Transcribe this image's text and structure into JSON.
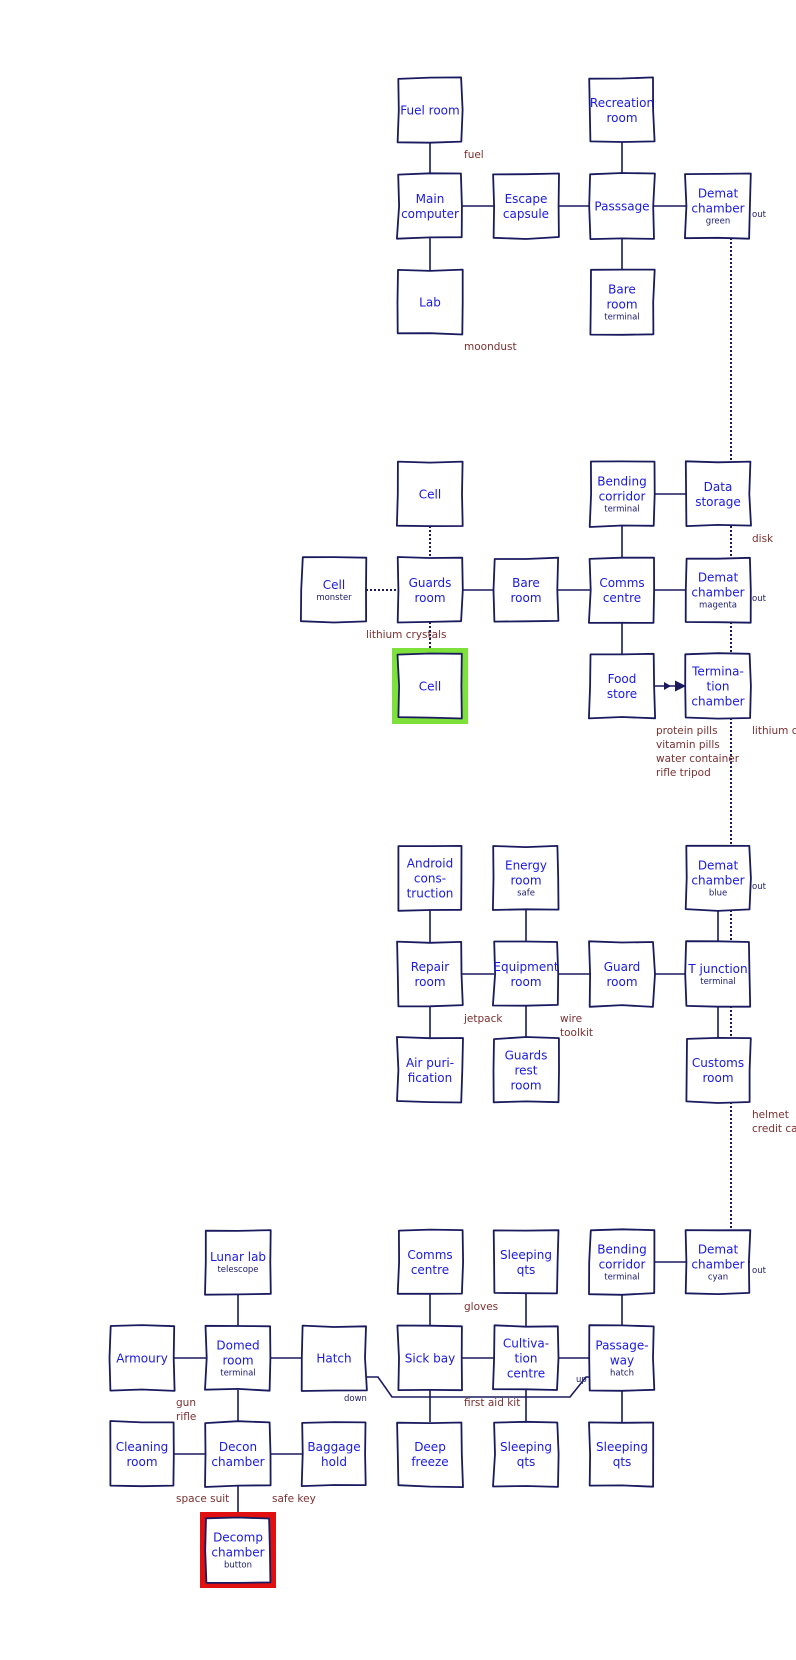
{
  "colors": {
    "line": "#1a1a5e",
    "room_text": "#1a1ae0",
    "item_text": "#7a3030",
    "start_highlight": "#7ee03a",
    "end_highlight": "#e01010"
  },
  "rooms": [
    {
      "id": "fuel",
      "lines": [
        "Fuel room"
      ]
    },
    {
      "id": "recreation",
      "lines": [
        "Recreation",
        "room"
      ]
    },
    {
      "id": "maincomputer",
      "lines": [
        "Main",
        "computer"
      ]
    },
    {
      "id": "escape",
      "lines": [
        "Escape",
        "capsule"
      ]
    },
    {
      "id": "passsage",
      "lines": [
        "Passsage"
      ]
    },
    {
      "id": "demat1",
      "lines": [
        "Demat",
        "chamber"
      ],
      "sub": "green"
    },
    {
      "id": "lab",
      "lines": [
        "Lab"
      ]
    },
    {
      "id": "bareroom1",
      "lines": [
        "Bare",
        "room"
      ],
      "sub": "terminal"
    },
    {
      "id": "cell1",
      "lines": [
        "Cell"
      ]
    },
    {
      "id": "bending1",
      "lines": [
        "Bending",
        "corridor"
      ],
      "sub": "terminal"
    },
    {
      "id": "datastorage",
      "lines": [
        "Data",
        "storage"
      ]
    },
    {
      "id": "cellmonster",
      "lines": [
        "Cell"
      ],
      "sub": "monster"
    },
    {
      "id": "guards",
      "lines": [
        "Guards",
        "room"
      ]
    },
    {
      "id": "bareroom2",
      "lines": [
        "Bare",
        "room"
      ]
    },
    {
      "id": "comms1",
      "lines": [
        "Comms",
        "centre"
      ]
    },
    {
      "id": "demat2",
      "lines": [
        "Demat",
        "chamber"
      ],
      "sub": "magenta"
    },
    {
      "id": "cellstart",
      "lines": [
        "Cell"
      ],
      "highlight": "start"
    },
    {
      "id": "foodstore",
      "lines": [
        "Food",
        "store"
      ]
    },
    {
      "id": "termination",
      "lines": [
        "Termina-",
        "tion",
        "chamber"
      ]
    },
    {
      "id": "android",
      "lines": [
        "Android",
        "cons-",
        "truction"
      ]
    },
    {
      "id": "energy",
      "lines": [
        "Energy",
        "room"
      ],
      "sub": "safe"
    },
    {
      "id": "demat3",
      "lines": [
        "Demat",
        "chamber"
      ],
      "sub": "blue"
    },
    {
      "id": "repair",
      "lines": [
        "Repair",
        "room"
      ]
    },
    {
      "id": "equipment",
      "lines": [
        "Equipment",
        "room"
      ]
    },
    {
      "id": "guardroom",
      "lines": [
        "Guard",
        "room"
      ]
    },
    {
      "id": "tjunction",
      "lines": [
        "T junction"
      ],
      "sub": "terminal"
    },
    {
      "id": "airpuri",
      "lines": [
        "Air puri-",
        "fication"
      ]
    },
    {
      "id": "guardsrest",
      "lines": [
        "Guards",
        "rest",
        "room"
      ]
    },
    {
      "id": "customs",
      "lines": [
        "Customs",
        "room"
      ]
    },
    {
      "id": "lunarlab",
      "lines": [
        "Lunar lab"
      ],
      "sub": "telescope"
    },
    {
      "id": "comms2",
      "lines": [
        "Comms",
        "centre"
      ]
    },
    {
      "id": "sleeping1",
      "lines": [
        "Sleeping",
        "qts"
      ]
    },
    {
      "id": "bending2",
      "lines": [
        "Bending",
        "corridor"
      ],
      "sub": "terminal"
    },
    {
      "id": "demat4",
      "lines": [
        "Demat",
        "chamber"
      ],
      "sub": "cyan"
    },
    {
      "id": "armoury",
      "lines": [
        "Armoury"
      ]
    },
    {
      "id": "domed",
      "lines": [
        "Domed",
        "room"
      ],
      "sub": "terminal"
    },
    {
      "id": "hatch",
      "lines": [
        "Hatch"
      ]
    },
    {
      "id": "sickbay",
      "lines": [
        "Sick bay"
      ]
    },
    {
      "id": "cultivation",
      "lines": [
        "Cultiva-",
        "tion",
        "centre"
      ]
    },
    {
      "id": "passageway",
      "lines": [
        "Passage-",
        "way"
      ],
      "sub": "hatch"
    },
    {
      "id": "cleaning",
      "lines": [
        "Cleaning",
        "room"
      ]
    },
    {
      "id": "decon",
      "lines": [
        "Decon",
        "chamber"
      ]
    },
    {
      "id": "baggage",
      "lines": [
        "Baggage",
        "hold"
      ]
    },
    {
      "id": "deepfreeze",
      "lines": [
        "Deep",
        "freeze"
      ]
    },
    {
      "id": "sleeping2",
      "lines": [
        "Sleeping",
        "qts"
      ]
    },
    {
      "id": "sleeping3",
      "lines": [
        "Sleeping",
        "qts"
      ]
    },
    {
      "id": "decomp",
      "lines": [
        "Decomp",
        "chamber"
      ],
      "sub": "button",
      "highlight": "end"
    }
  ],
  "connections": [
    {
      "from": "fuel",
      "to": "maincomputer"
    },
    {
      "from": "maincomputer",
      "to": "lab"
    },
    {
      "from": "maincomputer",
      "to": "escape"
    },
    {
      "from": "escape",
      "to": "passsage"
    },
    {
      "from": "recreation",
      "to": "passsage"
    },
    {
      "from": "passsage",
      "to": "bareroom1"
    },
    {
      "from": "passsage",
      "to": "demat1"
    },
    {
      "from": "cell1",
      "to": "guards",
      "style": "dotted"
    },
    {
      "from": "cellmonster",
      "to": "guards",
      "style": "dotted"
    },
    {
      "from": "guards",
      "to": "cellstart",
      "style": "dotted"
    },
    {
      "from": "guards",
      "to": "bareroom2"
    },
    {
      "from": "bareroom2",
      "to": "comms1"
    },
    {
      "from": "bending1",
      "to": "comms1"
    },
    {
      "from": "bending1",
      "to": "datastorage"
    },
    {
      "from": "comms1",
      "to": "demat2"
    },
    {
      "from": "comms1",
      "to": "foodstore"
    },
    {
      "from": "foodstore",
      "to": "termination",
      "style": "arrow"
    },
    {
      "from": "android",
      "to": "repair"
    },
    {
      "from": "repair",
      "to": "airpuri"
    },
    {
      "from": "repair",
      "to": "equipment"
    },
    {
      "from": "energy",
      "to": "equipment"
    },
    {
      "from": "equipment",
      "to": "guardsrest"
    },
    {
      "from": "equipment",
      "to": "guardroom"
    },
    {
      "from": "guardroom",
      "to": "tjunction"
    },
    {
      "from": "demat3",
      "to": "tjunction"
    },
    {
      "from": "tjunction",
      "to": "customs"
    },
    {
      "from": "lunarlab",
      "to": "domed"
    },
    {
      "from": "armoury",
      "to": "domed"
    },
    {
      "from": "domed",
      "to": "hatch"
    },
    {
      "from": "domed",
      "to": "decon"
    },
    {
      "from": "cleaning",
      "to": "decon"
    },
    {
      "from": "decon",
      "to": "baggage"
    },
    {
      "from": "decon",
      "to": "decomp"
    },
    {
      "from": "comms2",
      "to": "sickbay"
    },
    {
      "from": "sickbay",
      "to": "deepfreeze"
    },
    {
      "from": "sickbay",
      "to": "cultivation"
    },
    {
      "from": "sleeping1",
      "to": "cultivation"
    },
    {
      "from": "cultivation",
      "to": "sleeping2"
    },
    {
      "from": "cultivation",
      "to": "passageway"
    },
    {
      "from": "bending2",
      "to": "passageway"
    },
    {
      "from": "bending2",
      "to": "demat4"
    },
    {
      "from": "passageway",
      "to": "sleeping3"
    },
    {
      "from": "hatch",
      "to": "passageway",
      "route": "down-up",
      "labels": [
        "down",
        "up"
      ]
    }
  ],
  "teleport": {
    "label": "out",
    "links": [
      "demat1",
      "demat2",
      "demat3",
      "demat4"
    ]
  },
  "items": [
    {
      "room": "fuel",
      "lines": [
        "fuel"
      ]
    },
    {
      "room": "lab",
      "lines": [
        "moondust"
      ]
    },
    {
      "room": "datastorage",
      "lines": [
        "disk"
      ]
    },
    {
      "room": "cellmonster",
      "lines": [
        "lithium crystals"
      ]
    },
    {
      "room": "foodstore",
      "lines": [
        "protein pills",
        "vitamin pills",
        "water container",
        "rifle tripod"
      ]
    },
    {
      "room": "termination",
      "lines": [
        "lithium crystals"
      ]
    },
    {
      "room": "repair",
      "lines": [
        "jetpack"
      ]
    },
    {
      "room": "equipment",
      "lines": [
        "wire",
        "toolkit"
      ]
    },
    {
      "room": "customs",
      "lines": [
        "helmet",
        "credit card"
      ]
    },
    {
      "room": "comms2",
      "lines": [
        "gloves"
      ]
    },
    {
      "room": "armoury",
      "lines": [
        "gun",
        "rifle"
      ]
    },
    {
      "room": "sickbay",
      "lines": [
        "first aid kit"
      ]
    },
    {
      "room": "cleaning",
      "lines": [
        "space suit"
      ]
    },
    {
      "room": "decon",
      "lines": [
        "safe key"
      ]
    }
  ]
}
